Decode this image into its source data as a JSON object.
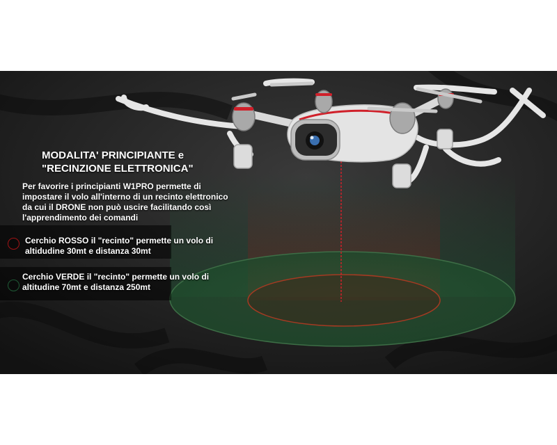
{
  "title": {
    "line1": "MODALITA' PRINCIPIANTE e",
    "line2": "\"RECINZIONE ELETTRONICA\""
  },
  "intro": "Per favorire i principianti W1PRO permette di impostare il volo all'interno di un recinto elettronico da cui il DRONE non può uscire facilitando così l'apprendimento dei comandi",
  "legend": {
    "red": {
      "text": "Cerchio ROSSO il \"recinto\" permette un volo di altidudine 30mt e distanza 30mt",
      "color": "#a11416"
    },
    "green": {
      "text": "Cerchio VERDE il \"recinto\" permette un volo di altitudine  70mt  e distanza 250mt",
      "color": "#1f5a36"
    }
  },
  "colors": {
    "background": "#1c1c1c",
    "laser": "#d0202a",
    "drone_body": "#e4e4e4",
    "drone_accent": "#d0202a"
  },
  "icons": [
    "drone-illustration",
    "red-circle-icon",
    "green-circle-icon"
  ]
}
